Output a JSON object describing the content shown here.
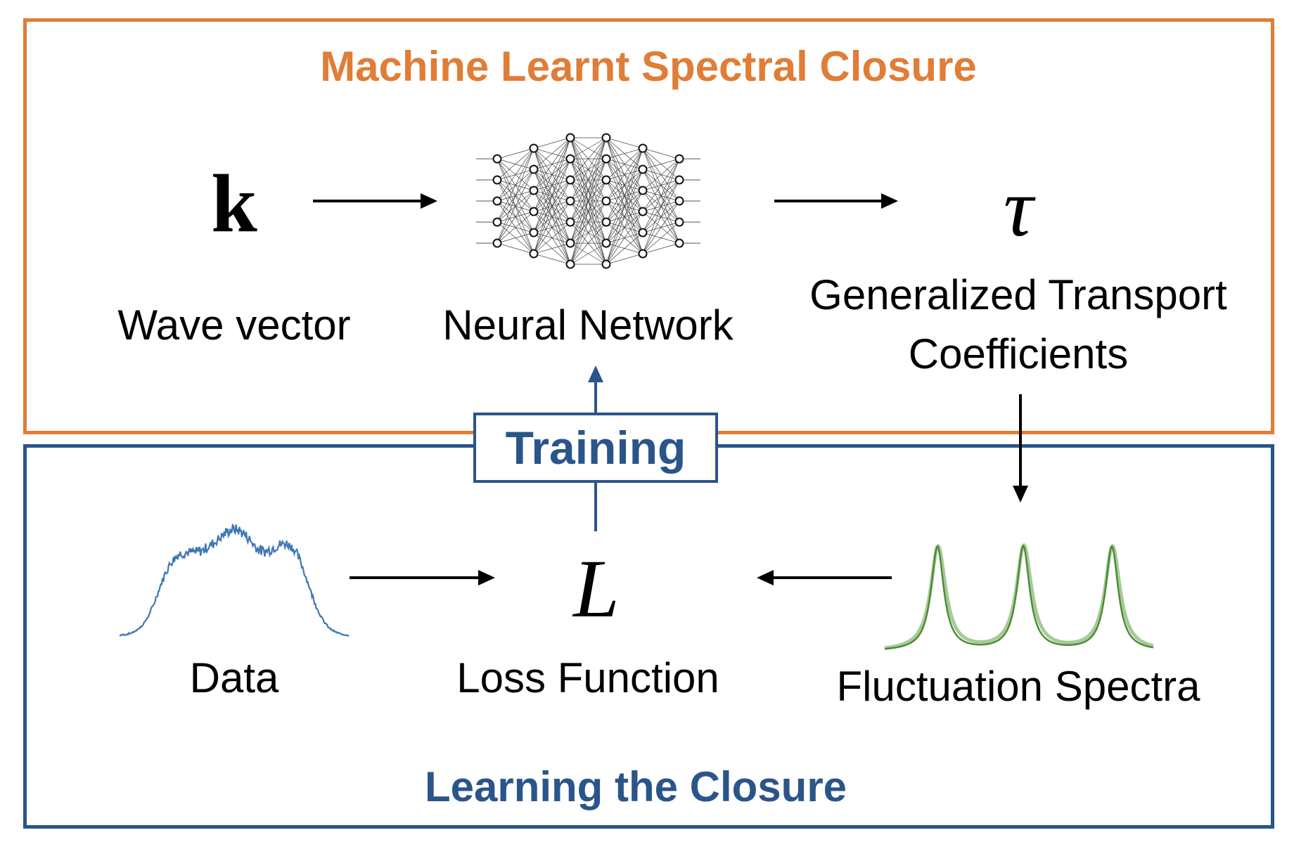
{
  "top_panel": {
    "title": "Machine Learnt Spectral Closure",
    "color": "#e07d36",
    "input_symbol": "k",
    "input_label": "Wave vector",
    "model_label": "Neural Network",
    "output_symbol": "τ",
    "output_label_line1": "Generalized Transport",
    "output_label_line2": "Coefficients"
  },
  "bottom_panel": {
    "title": "Learning the Closure",
    "color": "#2a558a",
    "data_label": "Data",
    "loss_symbol": "L",
    "loss_label": "Loss Function",
    "spectra_label": "Fluctuation Spectra"
  },
  "training": {
    "label": "Training"
  },
  "icons": {
    "neural_network": "neural-network-icon",
    "data_plot": "noisy-data-curve-icon",
    "spectra_plot": "three-peak-spectrum-icon"
  },
  "colors": {
    "data_curve": "#3f77b5",
    "spectra_curve": "#5fa043",
    "arrows": "#000000",
    "training_arrow": "#2a558a"
  }
}
